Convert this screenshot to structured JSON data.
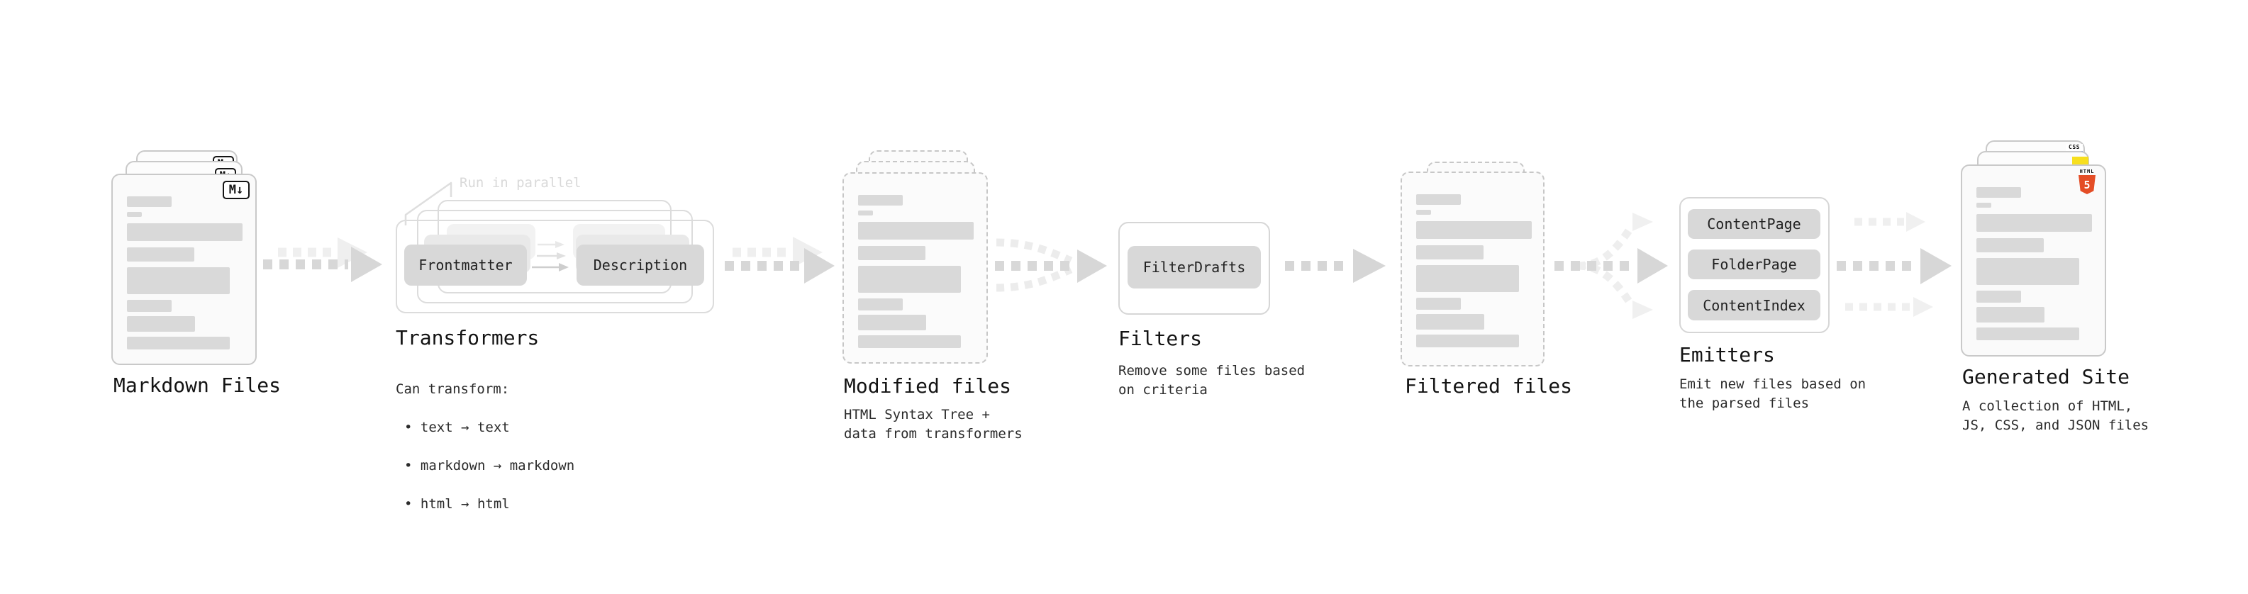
{
  "stages": {
    "markdown_files": {
      "title": "Markdown Files",
      "badge": "M↓"
    },
    "transformers": {
      "title": "Transformers",
      "note": "Run in parallel",
      "pills": [
        "Frontmatter",
        "Description"
      ],
      "desc_heading": "Can transform:",
      "bullets": [
        "• text → text",
        "• markdown → markdown",
        "• html → html"
      ]
    },
    "modified_files": {
      "title": "Modified files",
      "desc": "HTML Syntax Tree +\ndata from transformers"
    },
    "filters": {
      "title": "Filters",
      "pills": [
        "FilterDrafts"
      ],
      "desc": "Remove some files based\non criteria"
    },
    "filtered_files": {
      "title": "Filtered files"
    },
    "emitters": {
      "title": "Emitters",
      "pills": [
        "ContentPage",
        "FolderPage",
        "ContentIndex"
      ],
      "desc": "Emit new files based on\nthe parsed files"
    },
    "generated_site": {
      "title": "Generated Site",
      "desc": "A collection of HTML,\nJS, CSS, and JSON files",
      "badges": {
        "css": "CSS",
        "html": "HTML",
        "html_number": "5"
      }
    }
  },
  "colors": {
    "html5_orange": "#e44d26",
    "css_blue": "#2965f1",
    "js_yellow": "#f7df1e",
    "pill_gray": "#d8d8d8",
    "arrow_gray": "#d7d7d7",
    "doc_border": "#c9c9c9"
  }
}
